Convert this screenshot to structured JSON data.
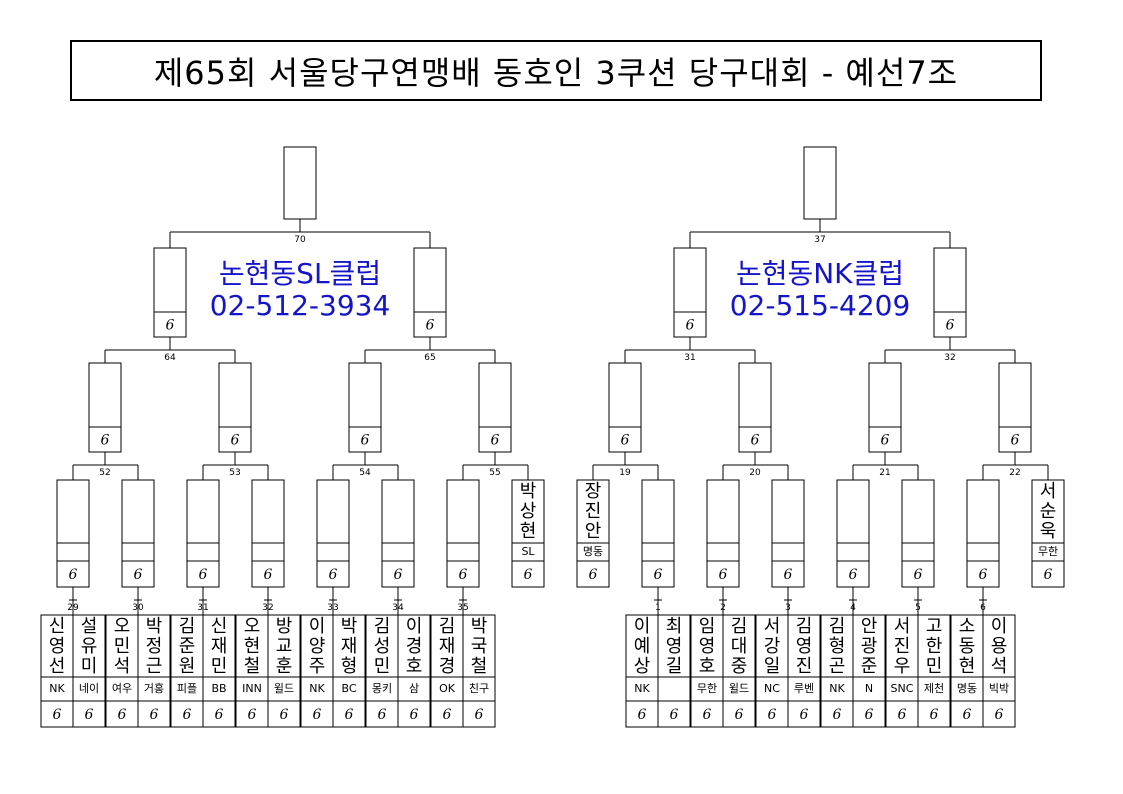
{
  "title": "제65회 서울당구연맹배 동호인 3쿠션 당구대회 - 예선7조",
  "score_glyph": "6",
  "colors": {
    "club_text": "#1414c8",
    "line": "#000000"
  },
  "halves": [
    {
      "club_name": "논현동SL클럽",
      "club_phone": "02-512-3934",
      "final_num": "70",
      "semi_nums": [
        "64",
        "65"
      ],
      "quarter_nums": [
        "52",
        "53",
        "54",
        "55"
      ],
      "r1_nums": [
        "29",
        "30",
        "31",
        "32",
        "33",
        "34",
        "35"
      ],
      "bye": {
        "name": "박상현",
        "team": "SL"
      },
      "players": [
        {
          "name": "신영선",
          "team": "NK"
        },
        {
          "name": "설유미",
          "team": "네이"
        },
        {
          "name": "오민석",
          "team": "여우"
        },
        {
          "name": "박정근",
          "team": "거홍"
        },
        {
          "name": "김준원",
          "team": "피플"
        },
        {
          "name": "신재민",
          "team": "BB"
        },
        {
          "name": "오현철",
          "team": "INN"
        },
        {
          "name": "방교훈",
          "team": "윌드"
        },
        {
          "name": "이양주",
          "team": "NK"
        },
        {
          "name": "박재형",
          "team": "BC"
        },
        {
          "name": "김성민",
          "team": "몽키"
        },
        {
          "name": "이경호",
          "team": "삼"
        },
        {
          "name": "김재경",
          "team": "OK"
        },
        {
          "name": "박국철",
          "team": "친구"
        }
      ]
    },
    {
      "club_name": "논현동NK클럽",
      "club_phone": "02-515-4209",
      "final_num": "37",
      "semi_nums": [
        "31",
        "32"
      ],
      "quarter_nums": [
        "19",
        "20",
        "21",
        "22"
      ],
      "r1_nums": [
        "1",
        "2",
        "3",
        "4",
        "5",
        "6"
      ],
      "bye_first": {
        "name": "장진안",
        "team": "명동"
      },
      "bye": {
        "name": "서순욱",
        "team": "무한"
      },
      "players": [
        {
          "name": "이예상",
          "team": "NK"
        },
        {
          "name": "최영길",
          "team": ""
        },
        {
          "name": "임영호",
          "team": "무한"
        },
        {
          "name": "김대중",
          "team": "윌드"
        },
        {
          "name": "서강일",
          "team": "NC"
        },
        {
          "name": "김영진",
          "team": "루벤"
        },
        {
          "name": "김형곤",
          "team": "NK"
        },
        {
          "name": "안광준",
          "team": "N"
        },
        {
          "name": "서진우",
          "team": "SNC"
        },
        {
          "name": "고한민",
          "team": "제천"
        },
        {
          "name": "소동현",
          "team": "명동"
        },
        {
          "name": "이용석",
          "team": "빅박"
        }
      ]
    }
  ]
}
